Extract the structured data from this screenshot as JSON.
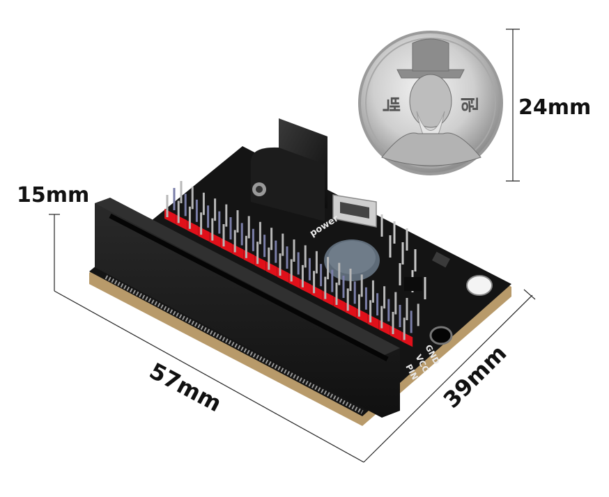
{
  "dimensions": {
    "height": "15mm",
    "length": "57mm",
    "width": "39mm",
    "coin_diameter": "24mm"
  },
  "board_silkscreen": {
    "power_label": "power",
    "pin_labels": [
      "GND",
      "VCC",
      "PIN"
    ]
  },
  "coin": {
    "left_text": "백",
    "right_text": "원"
  },
  "colors": {
    "pcb": "#141414",
    "header_pins": "#e0101a",
    "connector": "#1b1b1b",
    "board_edge": "#b89a6a",
    "coin_silver": "#c9c9c9"
  }
}
